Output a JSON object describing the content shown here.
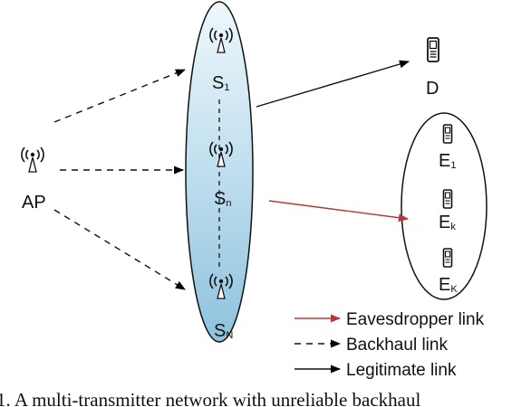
{
  "nodes": {
    "ap": {
      "label": "AP"
    },
    "s1": {
      "label": "S",
      "sub": "1"
    },
    "sn": {
      "label": "S",
      "sub": "n"
    },
    "sN": {
      "label": "S",
      "sub": "N"
    },
    "d": {
      "label": "D"
    },
    "e1": {
      "label": "E",
      "sub": "1"
    },
    "ek": {
      "label": "E",
      "sub": "k"
    },
    "eK": {
      "label": "E",
      "sub": "K"
    }
  },
  "legend": {
    "eavesdropper": "Eavesdropper link",
    "backhaul": "Backhaul link",
    "legitimate": "Legitimate link"
  },
  "colors": {
    "eavesdropper_link": "#b03a3a",
    "cluster_fill_top": "#eaf6fb",
    "cluster_fill_bottom": "#8fc3de"
  },
  "caption": "1.  A multi-transmitter network with unreliable backhaul"
}
